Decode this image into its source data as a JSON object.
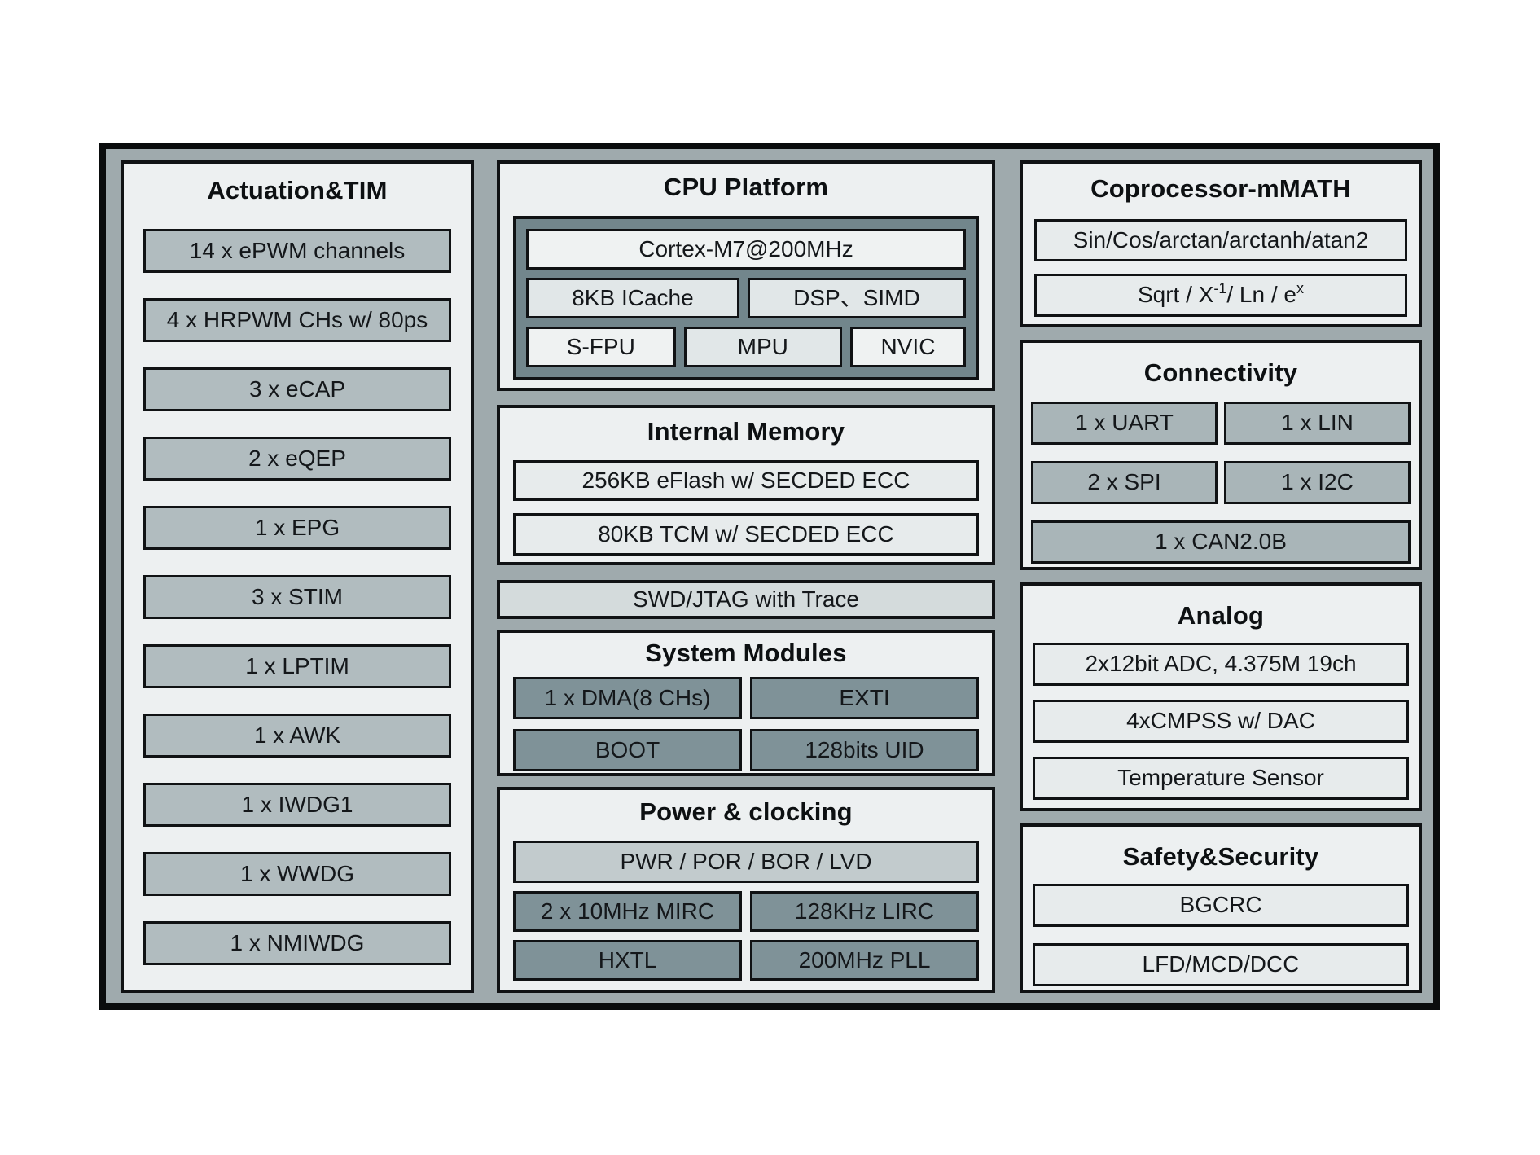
{
  "sections": {
    "actuation": {
      "title": "Actuation&TIM",
      "items": [
        "14 x ePWM channels",
        "4 x HRPWM CHs w/ 80ps",
        "3 x eCAP",
        "2 x eQEP",
        "1 x EPG",
        "3 x STIM",
        "1 x LPTIM",
        "1 x AWK",
        "1 x IWDG1",
        "1 x WWDG",
        "1 x NMIWDG"
      ]
    },
    "cpu": {
      "title": "CPU Platform",
      "core": "Cortex-M7@200MHz",
      "cache": "8KB ICache",
      "dsp": "DSP、SIMD",
      "units": [
        "S-FPU",
        "MPU",
        "NVIC"
      ]
    },
    "memory": {
      "title": "Internal Memory",
      "items": [
        "256KB eFlash w/ SECDED ECC",
        "80KB TCM w/ SECDED ECC"
      ]
    },
    "debug": {
      "label": "SWD/JTAG with Trace"
    },
    "system": {
      "title": "System Modules",
      "items": [
        "1 x DMA(8 CHs)",
        "EXTI",
        "BOOT",
        "128bits UID"
      ]
    },
    "power": {
      "title": "Power & clocking",
      "top": "PWR / POR / BOR / LVD",
      "items": [
        "2 x 10MHz MIRC",
        "128KHz LIRC",
        "HXTL",
        "200MHz PLL"
      ]
    },
    "coprocessor": {
      "title": "Coprocessor-mMATH",
      "trig": "Sin/Cos/arctan/arctanh/atan2",
      "sqrt_parts": {
        "pre": "Sqrt / X",
        "sup1": "-1",
        "mid": " / Ln / e",
        "sup2": "x"
      }
    },
    "connectivity": {
      "title": "Connectivity",
      "grid": [
        "1 x UART",
        "1 x LIN",
        "2 x SPI",
        "1 x I2C"
      ],
      "full": "1 x CAN2.0B"
    },
    "analog": {
      "title": "Analog",
      "items": [
        "2x12bit ADC, 4.375M 19ch",
        "4xCMPSS w/ DAC",
        "Temperature Sensor"
      ]
    },
    "safety": {
      "title": "Safety&Security",
      "items": [
        "BGCRC",
        "LFD/MCD/DCC"
      ]
    }
  },
  "palette": {
    "frame_fill": "#9FAAAD",
    "panel_fill": "#EDF0F1",
    "block_mid_gray": "#B1BCBF",
    "block_light": "#EFF2F2",
    "block_sub_light": "#E1E7E8",
    "block_memory_light": "#E7EBEC",
    "block_slate_dark": "#7F9298",
    "block_connectivity": "#A9B5B8",
    "block_power_top": "#C2CBCD",
    "swd_fill": "#D4DBDC",
    "cpu_container_fill": "#72868C",
    "border": "#101214"
  }
}
